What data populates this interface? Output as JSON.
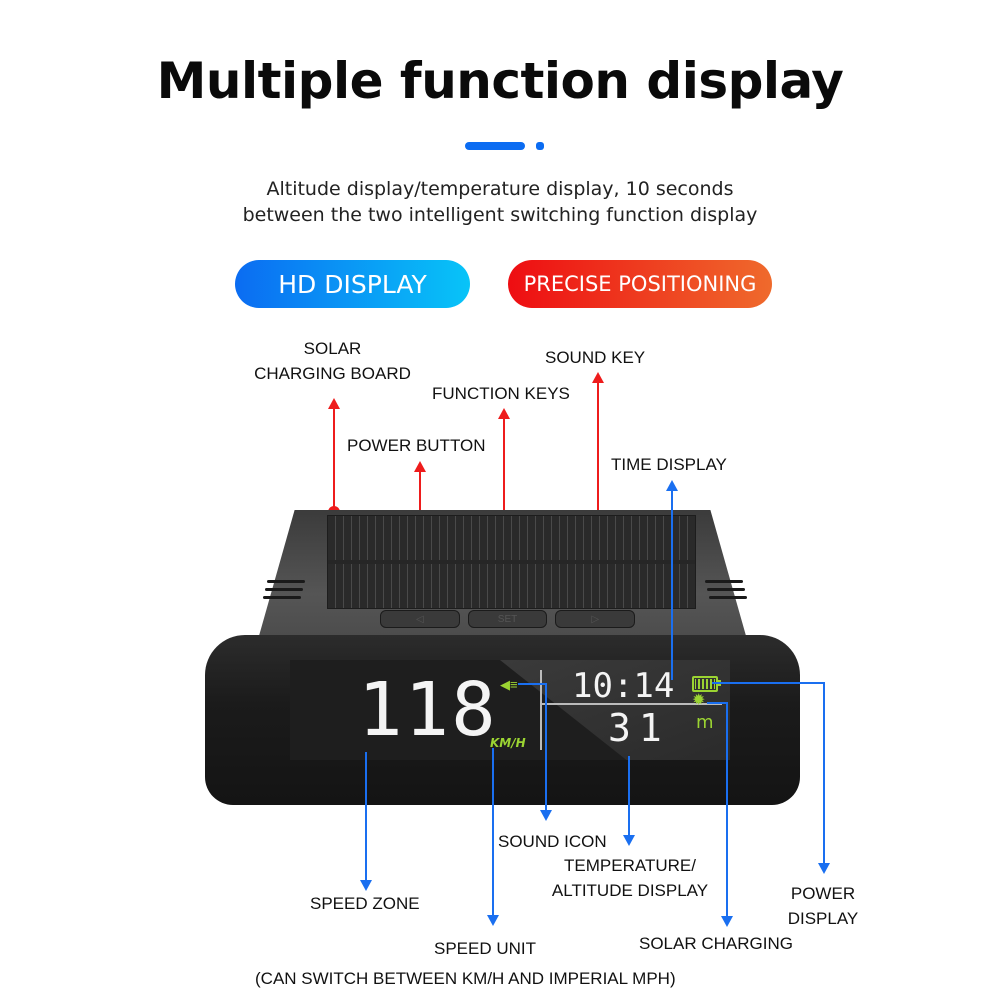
{
  "header": {
    "title": "Multiple function display",
    "subtitle_line1": "Altitude display/temperature display, 10 seconds",
    "subtitle_line2": "between the two intelligent switching function display"
  },
  "badges": {
    "hd": "HD DISPLAY",
    "positioning": "PRECISE POSITIONING"
  },
  "callouts_top": {
    "solar_line1": "SOLAR",
    "solar_line2": "CHARGING BOARD",
    "power_button": "POWER BUTTON",
    "function_keys": "FUNCTION KEYS",
    "sound_key": "SOUND KEY",
    "time_display": "TIME DISPLAY"
  },
  "callouts_bottom": {
    "speed_zone": "SPEED ZONE",
    "speed_unit": "SPEED UNIT",
    "speed_unit_note": "(CAN SWITCH BETWEEN KM/H AND IMPERIAL MPH)",
    "sound_icon": "SOUND ICON",
    "temp_line1": "TEMPERATURE/",
    "temp_line2": "ALTITUDE DISPLAY",
    "solar_charging": "SOLAR CHARGING",
    "power_line1": "POWER",
    "power_line2": "DISPLAY"
  },
  "device": {
    "keys": [
      "◁",
      "SET",
      "▷"
    ],
    "speed": "118",
    "speed_unit": "KM/H",
    "time": "10:14",
    "altitude": "31",
    "altitude_unit": "m",
    "sound_glyph": "◀≡",
    "sun_glyph": "✹"
  },
  "colors": {
    "accent_blue": "#0b6cf2",
    "accent_red": "#ee1c1c",
    "lcd_green": "#9bd432"
  }
}
